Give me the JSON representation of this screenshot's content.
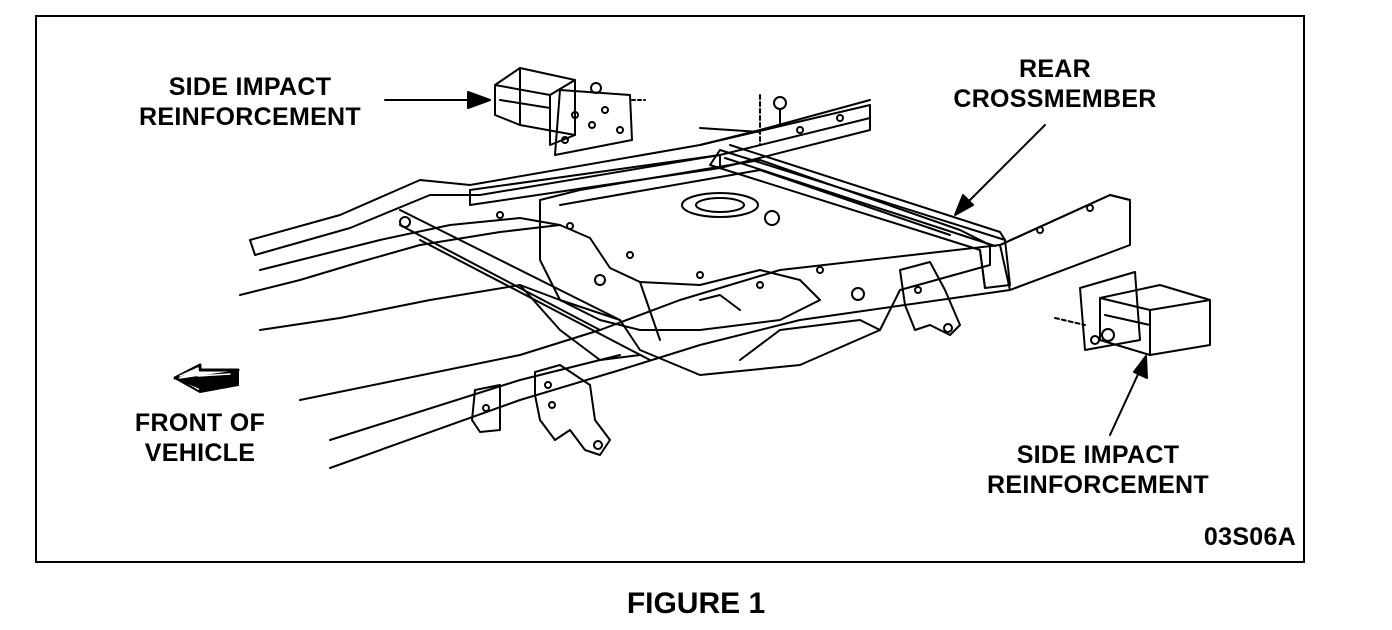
{
  "labels": {
    "side_impact_top": [
      "SIDE IMPACT",
      "REINFORCEMENT"
    ],
    "rear_crossmember": [
      "REAR",
      "CROSSMEMBER"
    ],
    "front_of_vehicle": [
      "FRONT OF",
      "VEHICLE"
    ],
    "side_impact_bottom": [
      "SIDE IMPACT",
      "REINFORCEMENT"
    ],
    "figure_code": "03S06A"
  },
  "caption": "FIGURE 1"
}
